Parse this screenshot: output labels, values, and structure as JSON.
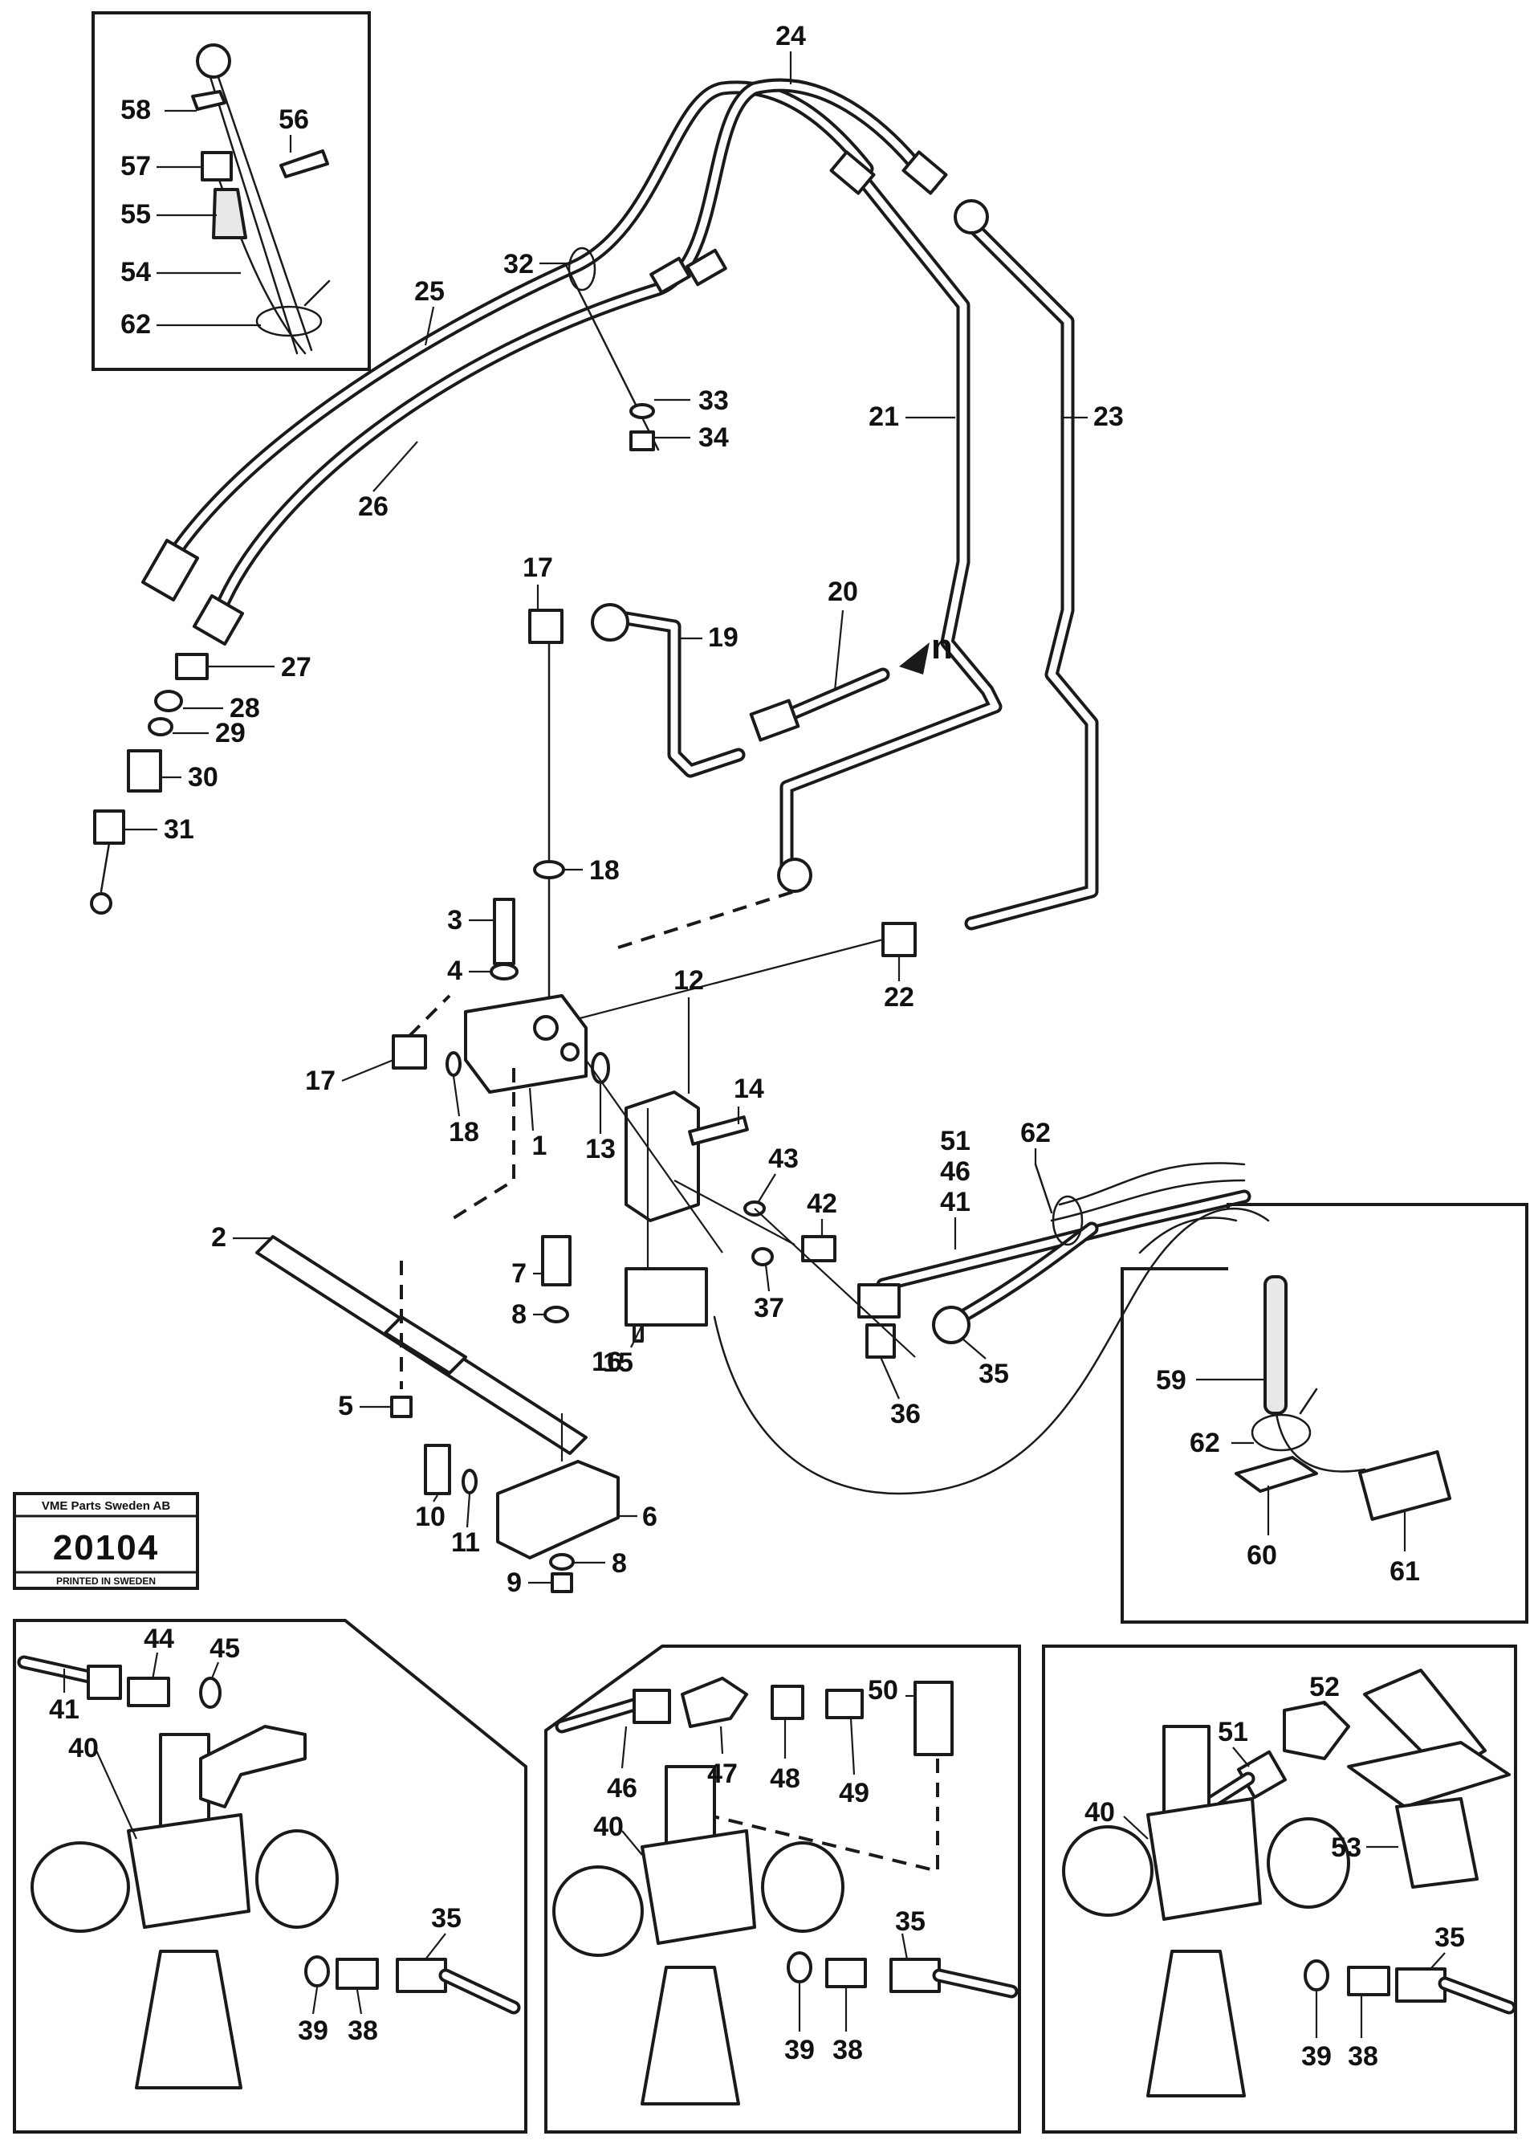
{
  "stamp": {
    "company": "VME Parts Sweden AB",
    "number": "20104",
    "footer": "PRINTED IN SWEDEN"
  },
  "flow_mark": "n",
  "callouts": {
    "c1": "1",
    "c2": "2",
    "c3": "3",
    "c4": "4",
    "c5": "5",
    "c6": "6",
    "c7": "7",
    "c8a": "8",
    "c8b": "8",
    "c9": "9",
    "c10": "10",
    "c11": "11",
    "c12": "12",
    "c13": "13",
    "c14": "14",
    "c15": "15",
    "c16": "16",
    "c17a": "17",
    "c17b": "17",
    "c18a": "18",
    "c18b": "18",
    "c19": "19",
    "c20": "20",
    "c21": "21",
    "c22": "22",
    "c23": "23",
    "c24": "24",
    "c25": "25",
    "c26": "26",
    "c27": "27",
    "c28": "28",
    "c29": "29",
    "c30": "30",
    "c31": "31",
    "c32": "32",
    "c33": "33",
    "c34": "34",
    "c35a": "35",
    "c36": "36",
    "c37": "37",
    "c41a": "41",
    "c42": "42",
    "c43": "43",
    "c46a": "46",
    "c51a": "51",
    "c54": "54",
    "c55": "55",
    "c56": "56",
    "c57": "57",
    "c58": "58",
    "c62a": "62",
    "c62b": "62",
    "c59": "59",
    "c62c": "62",
    "c60": "60",
    "c61": "61",
    "d1_41": "41",
    "d1_44": "44",
    "d1_45": "45",
    "d1_40": "40",
    "d1_35": "35",
    "d1_39": "39",
    "d1_38": "38",
    "d2_46": "46",
    "d2_47": "47",
    "d2_48": "48",
    "d2_49": "49",
    "d2_50": "50",
    "d2_40": "40",
    "d2_35": "35",
    "d2_39": "39",
    "d2_38": "38",
    "d3_52": "52",
    "d3_51": "51",
    "d3_40": "40",
    "d3_53": "53",
    "d3_35": "35",
    "d3_39": "39",
    "d3_38": "38"
  }
}
